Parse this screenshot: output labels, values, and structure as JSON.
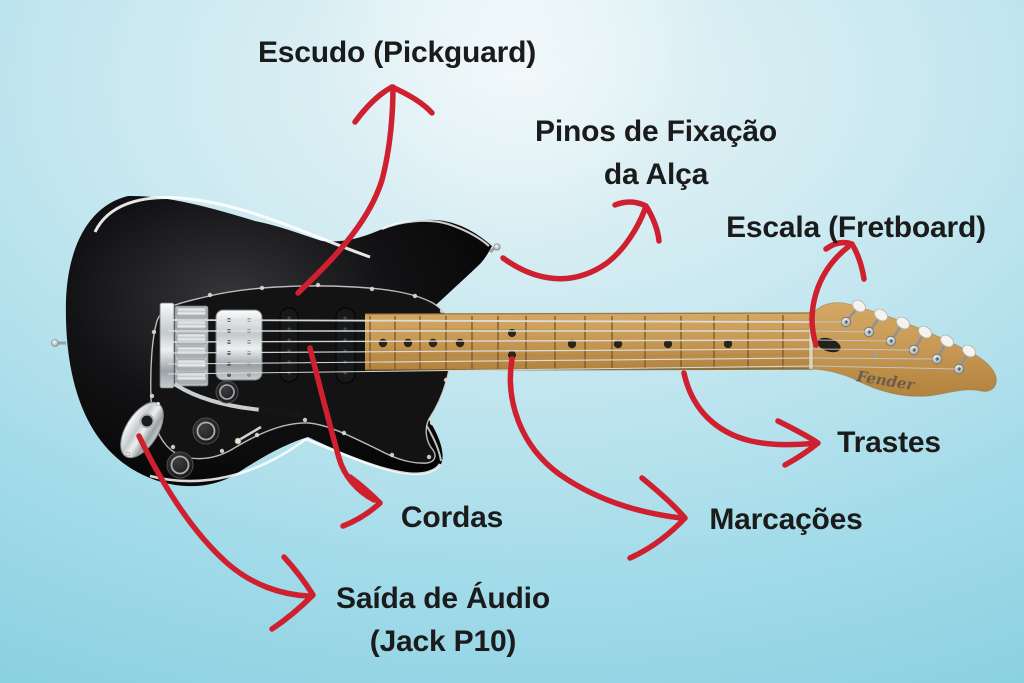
{
  "colors": {
    "background_center": "#e9f4f7",
    "background_edge": "#7ecbdd",
    "arrow_red": "#cf2030",
    "label_text": "#1b1b1b",
    "guitar_body": "#0b0b0d",
    "pickguard": "#131313",
    "neck_maple": "#c79a58"
  },
  "labels": {
    "pickguard": {
      "text": "Escudo (Pickguard)"
    },
    "strap_pins": {
      "line1": "Pinos de Fixação",
      "line2": "da Alça"
    },
    "fretboard": {
      "text": "Escala (Fretboard)"
    },
    "frets": {
      "text": "Trastes"
    },
    "inlays": {
      "text": "Marcações"
    },
    "strings": {
      "text": "Cordas"
    },
    "audio_jack": {
      "line1": "Saída de Áudio",
      "line2": "(Jack P10)"
    }
  },
  "guitar": {
    "headstock_logo": "Fender"
  }
}
